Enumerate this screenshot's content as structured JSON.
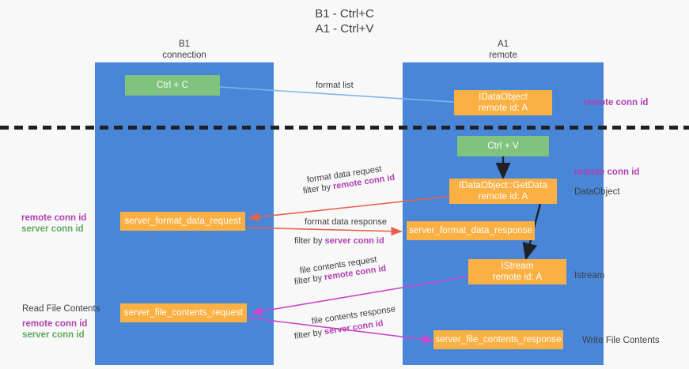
{
  "diagram": {
    "title": "B1 - Ctrl+C\nA1 - Ctrl+V",
    "columns": [
      {
        "name": "b1",
        "header": "B1\nconnection"
      },
      {
        "name": "a1",
        "header": "A1\nremote"
      }
    ],
    "colors": {
      "lane": "#4a86d8",
      "box_green": "#7fc37f",
      "box_orange": "#fbb043",
      "purple": "#b23fb2",
      "green": "#5fa85f",
      "arrow_blue": "#7fb5e8",
      "arrow_red": "#e8604c",
      "arrow_magenta": "#cc44cc",
      "arrow_black": "#202124",
      "background": "#f8f8f8"
    },
    "nodes": [
      {
        "name": "ctrl-c",
        "label": "Ctrl + C",
        "kind": "green"
      },
      {
        "name": "idataobject",
        "label": "IDataObject\nremote id: A",
        "kind": "orange"
      },
      {
        "name": "ctrl-v",
        "label": "Ctrl + V",
        "kind": "green"
      },
      {
        "name": "idataobject-getdata",
        "label": "IDataObject::GetData\nremote id: A",
        "kind": "orange"
      },
      {
        "name": "server-format-data-request",
        "label": "server_format_data_request",
        "kind": "orange"
      },
      {
        "name": "server-format-data-response",
        "label": "server_format_data_response",
        "kind": "orange"
      },
      {
        "name": "istream",
        "label": "IStream\nremote id: A",
        "kind": "orange"
      },
      {
        "name": "server-file-contents-request",
        "label": "server_file_contents_request",
        "kind": "orange"
      },
      {
        "name": "server-file-contents-response",
        "label": "server_file_contents_response",
        "kind": "orange"
      }
    ],
    "edge_labels": {
      "format_list": "format list",
      "format_data_request": "format data request",
      "format_data_request_filter_prefix": "filter by ",
      "format_data_request_filter_value": "remote conn id",
      "format_data_response": "format data response",
      "format_data_response_filter_prefix": "filter by ",
      "format_data_response_filter_value": "server conn id",
      "file_contents_request": "file contents request",
      "file_contents_request_filter_prefix": "filter by ",
      "file_contents_request_filter_value": "remote conn id",
      "file_contents_response": "file contents response",
      "file_contents_response_filter_prefix": "filter by ",
      "file_contents_response_filter_value": "server conn id"
    },
    "right_labels": {
      "remote_conn_id_top": "remote conn id",
      "remote_conn_id_mid": "remote conn id",
      "data_object": "DataObject",
      "istream": "Istream",
      "write_file_contents": "Write File Contents"
    },
    "left_labels": {
      "remote_conn_id_1": "remote conn id",
      "server_conn_id_1": "server conn id",
      "read_file_contents": "Read File Contents",
      "remote_conn_id_2": "remote conn id",
      "server_conn_id_2": "server conn id"
    }
  }
}
